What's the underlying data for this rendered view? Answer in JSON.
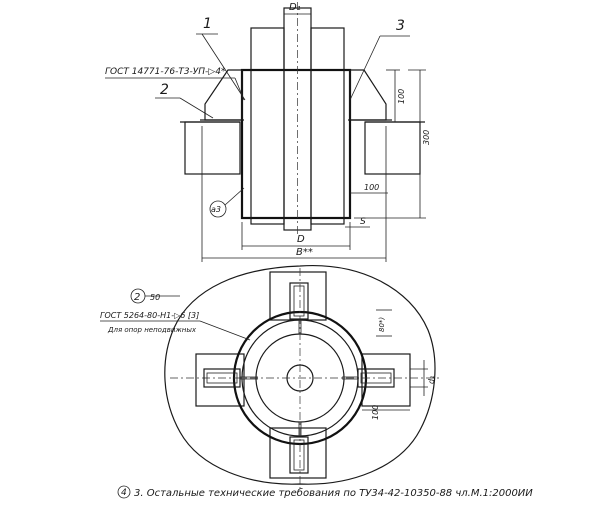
{
  "callouts": {
    "item_1": "1",
    "item_2": "2",
    "item_3": "3",
    "item_4": "4",
    "item_2_circle": "2"
  },
  "dimensions": {
    "d_top": "D₁",
    "dim_100_vertical": "100",
    "dim_300_vertical": "300",
    "dim_100_horizontal": "100",
    "dim_s": "S",
    "dim_D": "D",
    "dim_B": "B**",
    "dim_50": "50",
    "dim_80": "80*)",
    "dim_d1_right": "d₁",
    "dim_100_plan": "100",
    "weld_a3": "a3"
  },
  "notes": {
    "gost_top": "ГОСТ 14771-76-Т3-УП-▷4*",
    "gost_plan": "ГОСТ 5264-80-Н1-▷6 [3]",
    "plan_note": "Для опор неподвижных",
    "footer": "3. Остальные технические требования по ТУ34-42-10350-88 чл.М.1:2000ИИ"
  },
  "colors": {
    "ink": "#1a1a1a",
    "hatch": "#333333",
    "paper": "#ffffff"
  }
}
